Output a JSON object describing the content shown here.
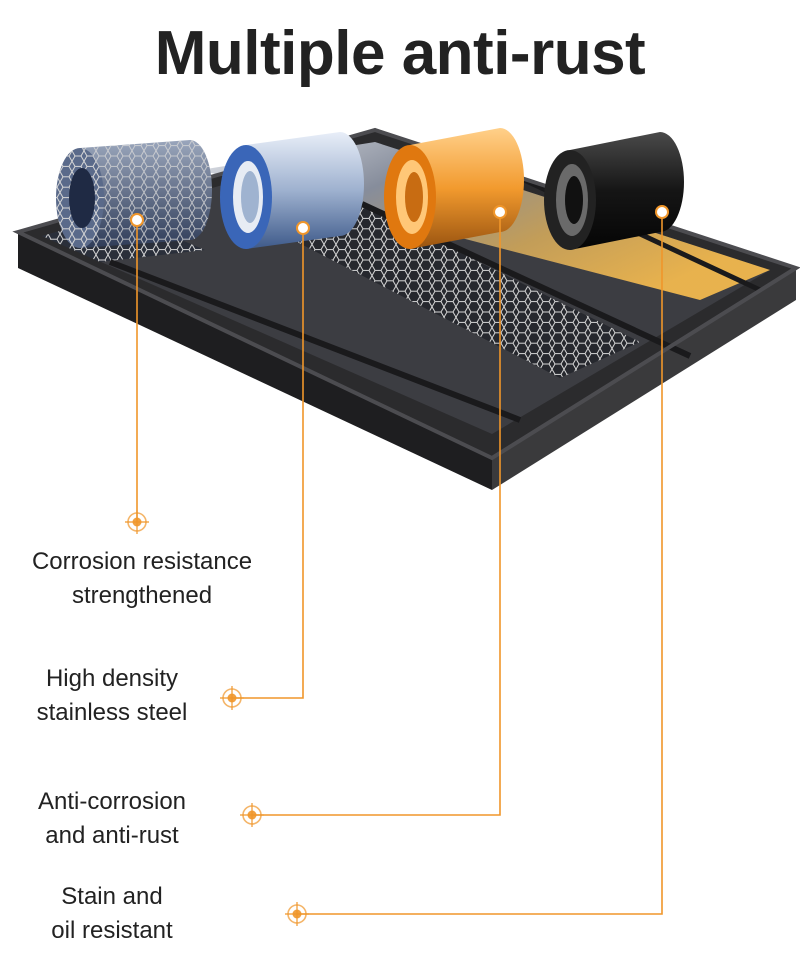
{
  "title": "Multiple anti-rust",
  "colors": {
    "accent": "#f0962a",
    "tray": "#2b2b2d",
    "text": "#222222"
  },
  "features": [
    {
      "lines": [
        "Corrosion resistance",
        "strengthened"
      ]
    },
    {
      "lines": [
        "High density",
        "stainless steel"
      ]
    },
    {
      "lines": [
        "Anti-corrosion",
        "and anti-rust"
      ]
    },
    {
      "lines": [
        "Stain and",
        "oil resistant"
      ]
    }
  ]
}
